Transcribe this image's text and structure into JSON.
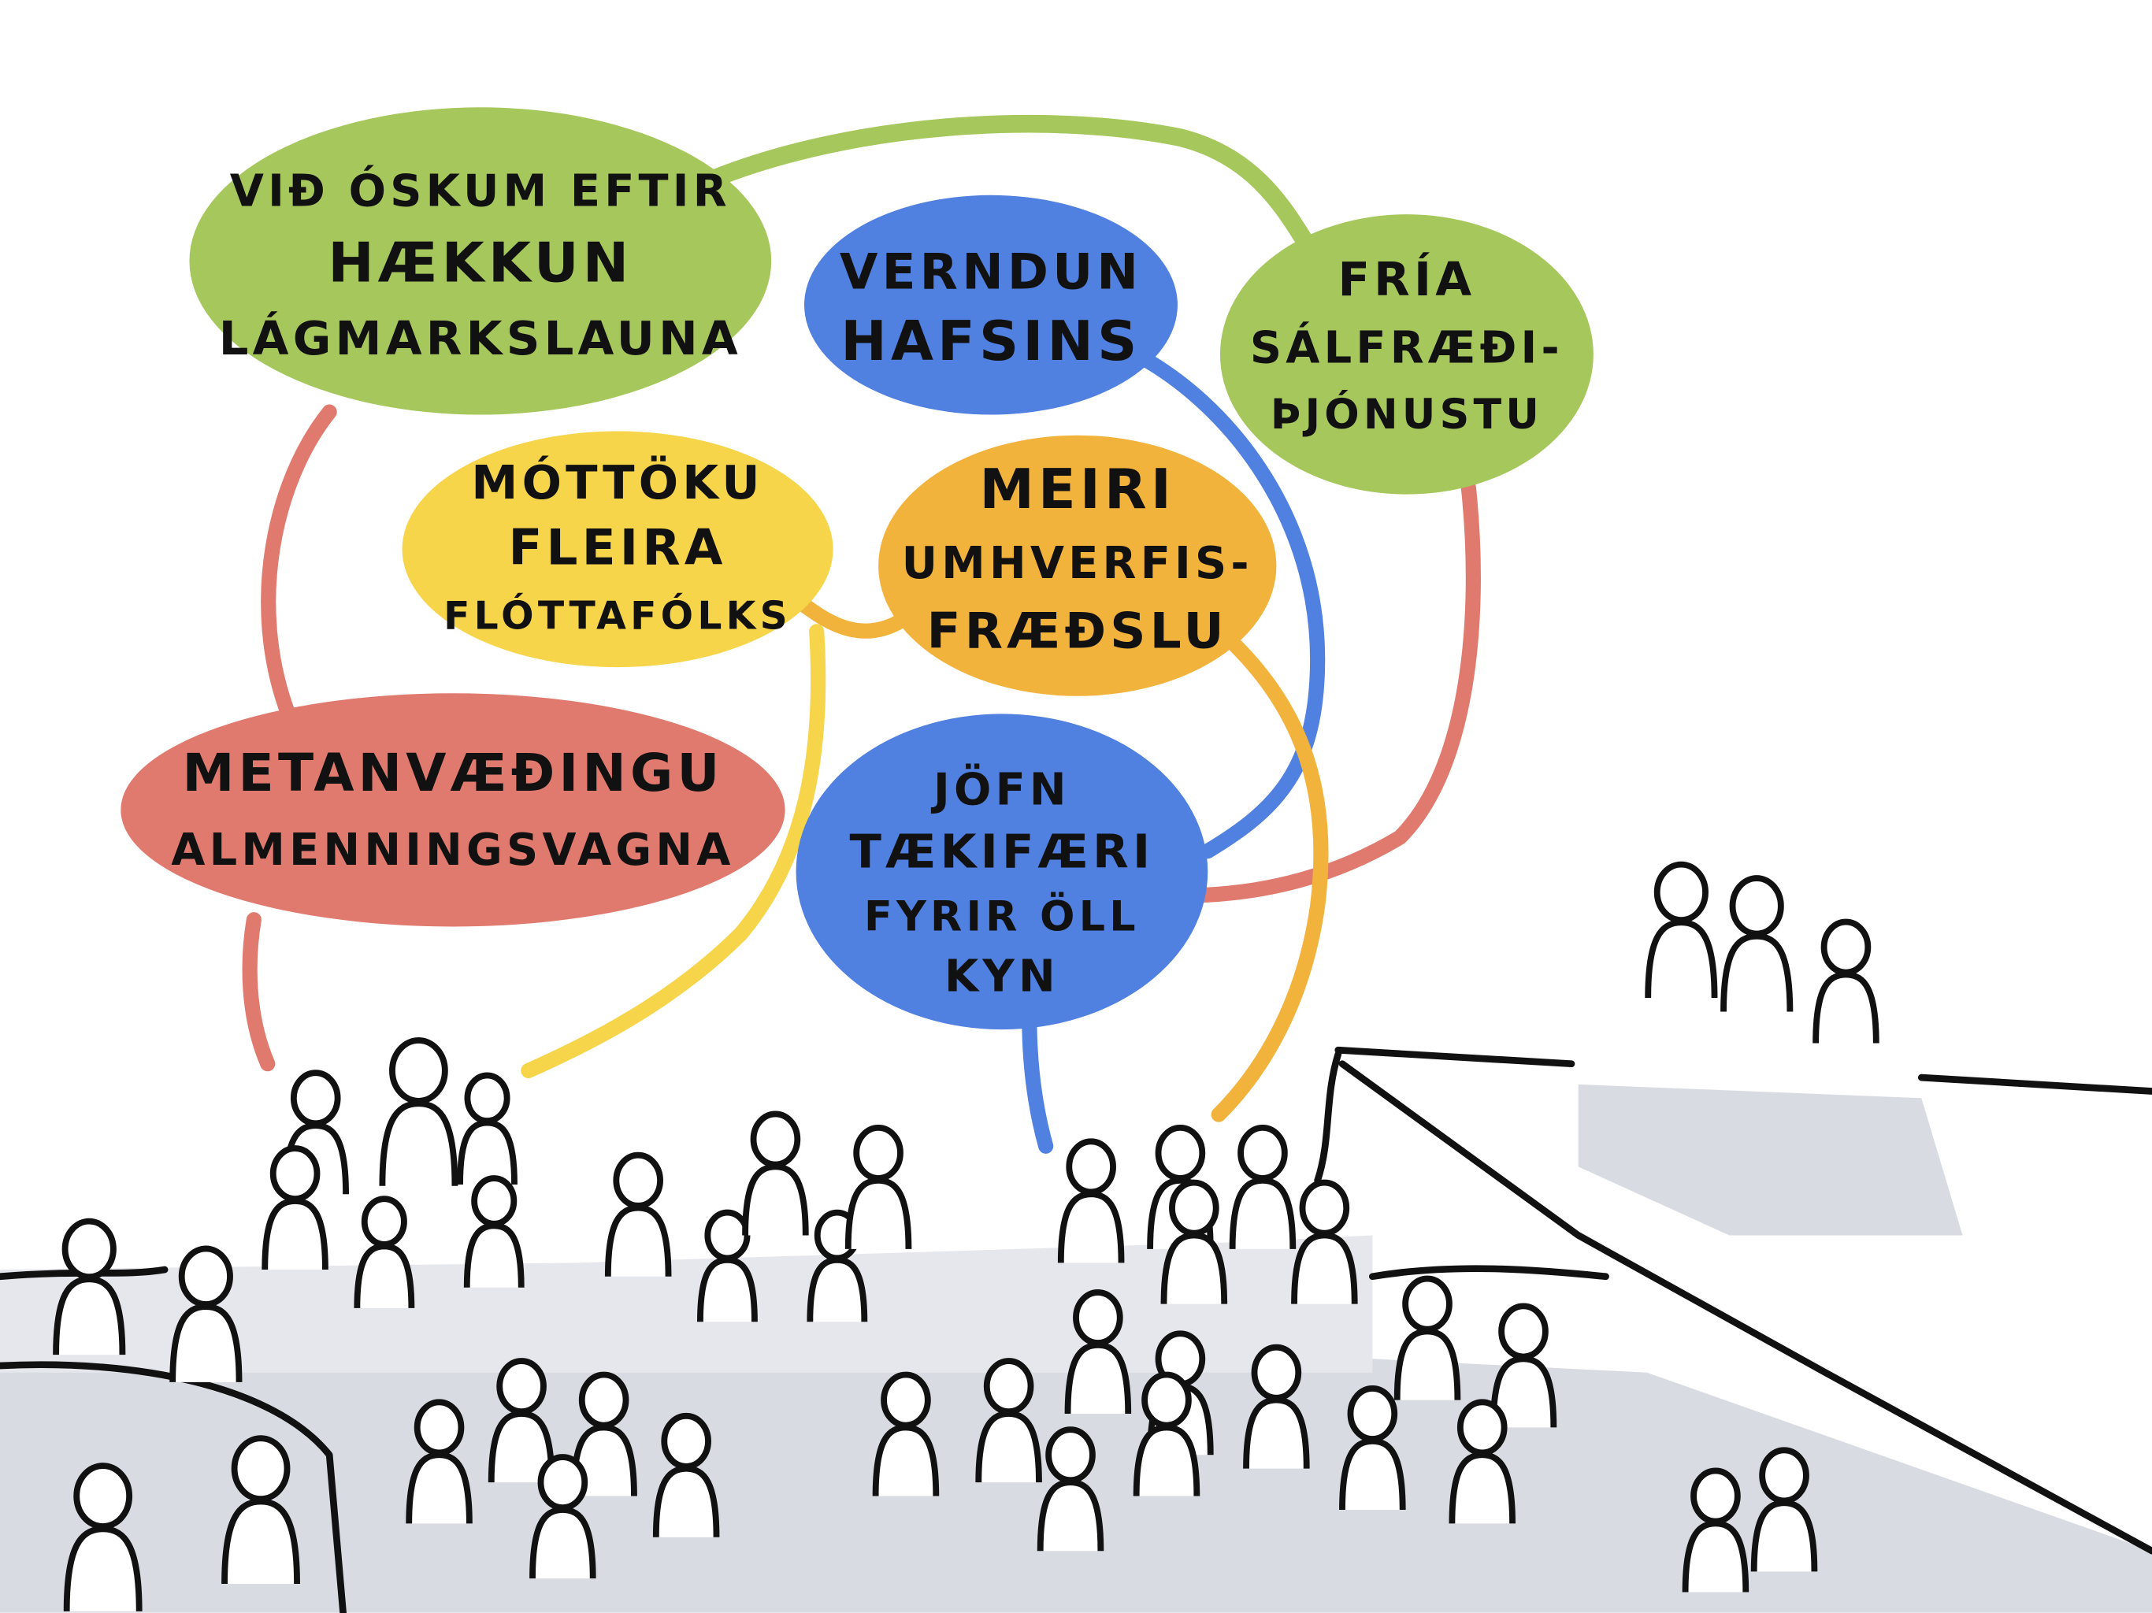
{
  "colors": {
    "green": "#a6c75b",
    "blue": "#5080e0",
    "yellow": "#f6d54a",
    "orange": "#f2b33d",
    "red": "#e07a6e",
    "floor": "#d9dbe2"
  },
  "bubbles": {
    "wage": {
      "lines": [
        "VIÐ ÓSKUM EFTIR",
        "HÆKKUN",
        "LÁGMARKSLAUNA"
      ]
    },
    "ocean": {
      "lines": [
        "VERNDUN",
        "HAFSINS"
      ]
    },
    "psych": {
      "lines": [
        "FRÍA",
        "SÁLFRÆÐI-",
        "ÞJÓNUSTU"
      ]
    },
    "refugees": {
      "lines": [
        "MÓTTÖKU",
        "FLEIRA",
        "FLÓTTAFÓLKS"
      ]
    },
    "environment": {
      "lines": [
        "MEIRI",
        "UMHVERFIS-",
        "FRÆÐSLU"
      ]
    },
    "buses": {
      "lines": [
        "METANVÆÐINGU",
        "ALMENNINGSVAGNA"
      ]
    },
    "equality": {
      "lines": [
        "JÖFN",
        "TÆKIFÆRI",
        "FYRIR ÖLL",
        "KYN"
      ]
    }
  }
}
